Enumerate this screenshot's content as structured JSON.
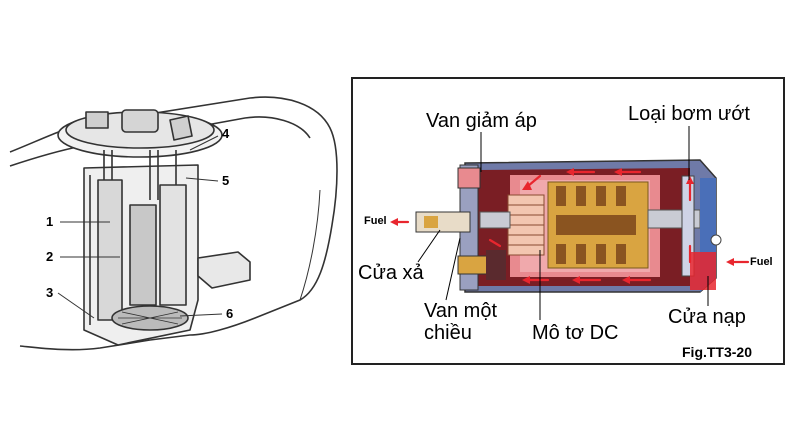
{
  "left_diagram": {
    "callouts": [
      "1",
      "2",
      "3",
      "4",
      "5",
      "6"
    ]
  },
  "right_diagram": {
    "labels": {
      "pressure_relief_valve": "Van giảm áp",
      "wet_pump_type": "Loại bơm ướt",
      "outlet": "Cửa xả",
      "check_valve": "Van một\nchiều",
      "dc_motor": "Mô tơ DC",
      "inlet": "Cửa nạp"
    },
    "fuel_out": "Fuel",
    "fuel_in": "Fuel",
    "figure_id": "Fig.TT3-20"
  },
  "colors": {
    "frame": "#222222",
    "cutaway_bg": "#7a1e24",
    "motor_body": "#e88a8f",
    "rotor_gold": "#d9a441",
    "rotor_core": "#8a5420",
    "housing_blue": "#4a6fb8",
    "arrow_red": "#e8262e",
    "tank_line": "#333333"
  }
}
